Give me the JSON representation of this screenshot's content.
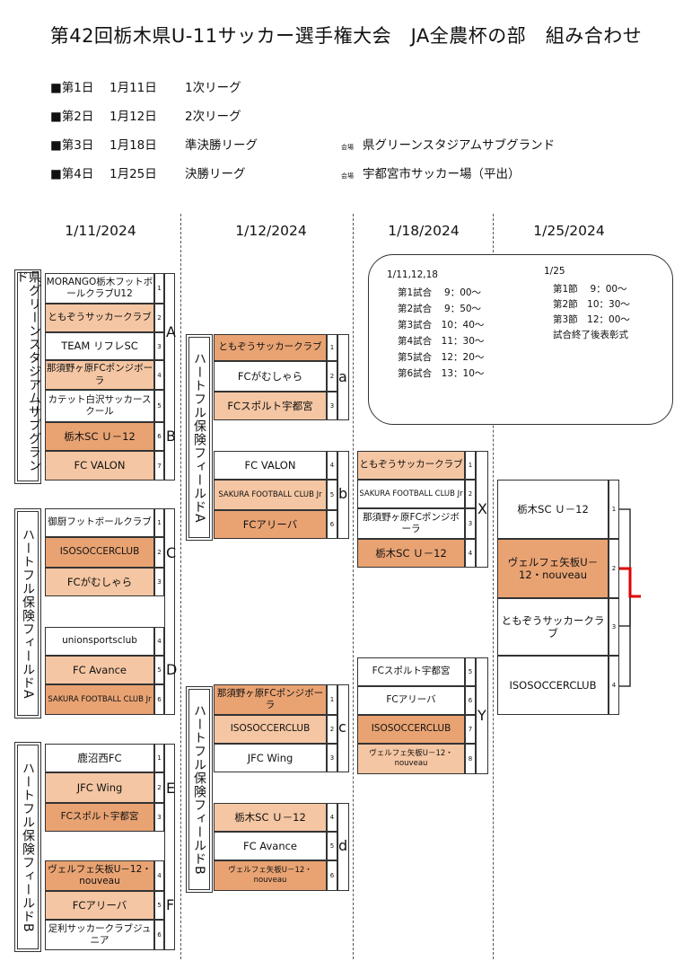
{
  "title": "第42回栃木県U-11サッカー選手権大会　JA全農杯の部　組み合わせ",
  "schedule": [
    {
      "day": "■第1日",
      "date": "1月11日",
      "round": "1次リーグ"
    },
    {
      "day": "■第2日",
      "date": "1月12日",
      "round": "2次リーグ"
    },
    {
      "day": "■第3日",
      "date": "1月18日",
      "round": "準決勝リーグ"
    },
    {
      "day": "■第4日",
      "date": "1月25日",
      "round": "決勝リーグ"
    }
  ],
  "venues": {
    "mark": "会場",
    "semifinal": "県グリーンスタジアムサブグランド",
    "final": "宇都宮市サッカー場（平出）"
  },
  "column_dates": [
    "1/11/2024",
    "1/12/2024",
    "1/18/2024",
    "1/25/2024"
  ],
  "venue_labels": {
    "green": "県グリーンスタジアムサブグランド",
    "heartA": "ハートフル保険フィールドA",
    "heartB": "ハートフル保険フィールドB"
  },
  "round1": {
    "A": [
      "MORANGO栃木フットボールクラブU12",
      "ともぞうサッカークラブ",
      "TEAM リフレSC",
      "那須野ヶ原FCポンジボーラ"
    ],
    "B": [
      "カテット白沢サッカースクール",
      "栃木SC Ｕ－12",
      "FC VALON"
    ],
    "C": [
      "御厨フットボールクラブ",
      "ISOSOCCERCLUB",
      "FCがむしゃら"
    ],
    "D": [
      "unionsportsclub",
      "FC Avance",
      "SAKURA FOOTBALL CLUB Jr"
    ],
    "E": [
      "鹿沼西FC",
      "JFC Wing",
      "FCスポルト宇都宮"
    ],
    "F": [
      "ヴェルフェ矢板U－12・nouveau",
      "FCアリーバ",
      "足利サッカークラブジュニア"
    ]
  },
  "round2": {
    "a": [
      "ともぞうサッカークラブ",
      "FCがむしゃら",
      "FCスポルト宇都宮"
    ],
    "b": [
      "FC VALON",
      "SAKURA FOOTBALL CLUB Jr",
      "FCアリーバ"
    ],
    "c": [
      "那須野ヶ原FCポンジボーラ",
      "ISOSOCCERCLUB",
      "JFC Wing"
    ],
    "d": [
      "栃木SC Ｕ－12",
      "FC Avance",
      "ヴェルフェ矢板U－12・nouveau"
    ]
  },
  "semifinal": {
    "X": [
      "ともぞうサッカークラブ",
      "SAKURA FOOTBALL CLUB Jr",
      "那須野ヶ原FCポンジボーラ",
      "栃木SC Ｕ－12"
    ],
    "Y": [
      "FCスポルト宇都宮",
      "FCアリーバ",
      "ISOSOCCERCLUB",
      "ヴェルフェ矢板U－12・nouveau"
    ]
  },
  "final": [
    "栃木SC Ｕ－12",
    "ヴェルフェ矢板U－12・nouveau",
    "ともぞうサッカークラブ",
    "ISOSOCCERCLUB"
  ],
  "info": {
    "left_header": "1/11,12,18",
    "left_rows": [
      "第1試合　 9：00～",
      "第2試合　 9：50～",
      "第3試合　10：40～",
      "第4試合　11：30～",
      "第5試合　12：20～",
      "第6試合　13：10～"
    ],
    "right_header": "1/25",
    "right_rows": [
      "第1節　 9：00～",
      "第2節　10：30～",
      "第3節　12：00～",
      "試合終了後表彰式"
    ]
  },
  "colors": {
    "highlight_light": "#f5c6a3",
    "highlight_dark": "#e9a373",
    "winner_line": "#e00000"
  }
}
